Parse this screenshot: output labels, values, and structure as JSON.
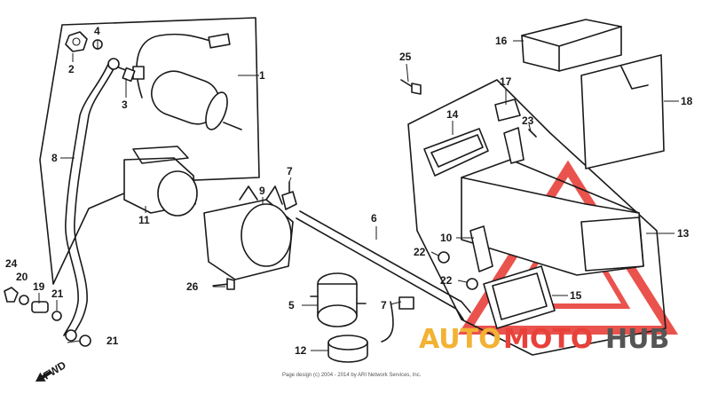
{
  "diagram": {
    "callouts": [
      {
        "id": "1",
        "text": "1"
      },
      {
        "id": "2",
        "text": "2"
      },
      {
        "id": "3",
        "text": "3"
      },
      {
        "id": "4",
        "text": "4"
      },
      {
        "id": "5",
        "text": "5"
      },
      {
        "id": "6",
        "text": "6"
      },
      {
        "id": "7a",
        "text": "7"
      },
      {
        "id": "7b",
        "text": "7"
      },
      {
        "id": "8",
        "text": "8"
      },
      {
        "id": "9",
        "text": "9"
      },
      {
        "id": "10",
        "text": "10"
      },
      {
        "id": "11",
        "text": "11"
      },
      {
        "id": "12",
        "text": "12"
      },
      {
        "id": "13",
        "text": "13"
      },
      {
        "id": "14",
        "text": "14"
      },
      {
        "id": "15",
        "text": "15"
      },
      {
        "id": "16",
        "text": "16"
      },
      {
        "id": "17",
        "text": "17"
      },
      {
        "id": "18",
        "text": "18"
      },
      {
        "id": "19",
        "text": "19"
      },
      {
        "id": "20",
        "text": "20"
      },
      {
        "id": "21a",
        "text": "21"
      },
      {
        "id": "21b",
        "text": "21"
      },
      {
        "id": "22a",
        "text": "22"
      },
      {
        "id": "22b",
        "text": "22"
      },
      {
        "id": "23",
        "text": "23"
      },
      {
        "id": "24",
        "text": "24"
      },
      {
        "id": "25",
        "text": "25"
      },
      {
        "id": "26",
        "text": "26"
      }
    ],
    "fwd_label": "FWD",
    "copyright": "Page design (c) 2004 - 2014 by ARI Network Services, Inc."
  },
  "watermark": {
    "part1": "AUTO",
    "part2": "MOTO",
    "part3": "HUB",
    "color_orange": "#f2b233",
    "color_red": "#e8413a",
    "color_gray": "#555555"
  }
}
